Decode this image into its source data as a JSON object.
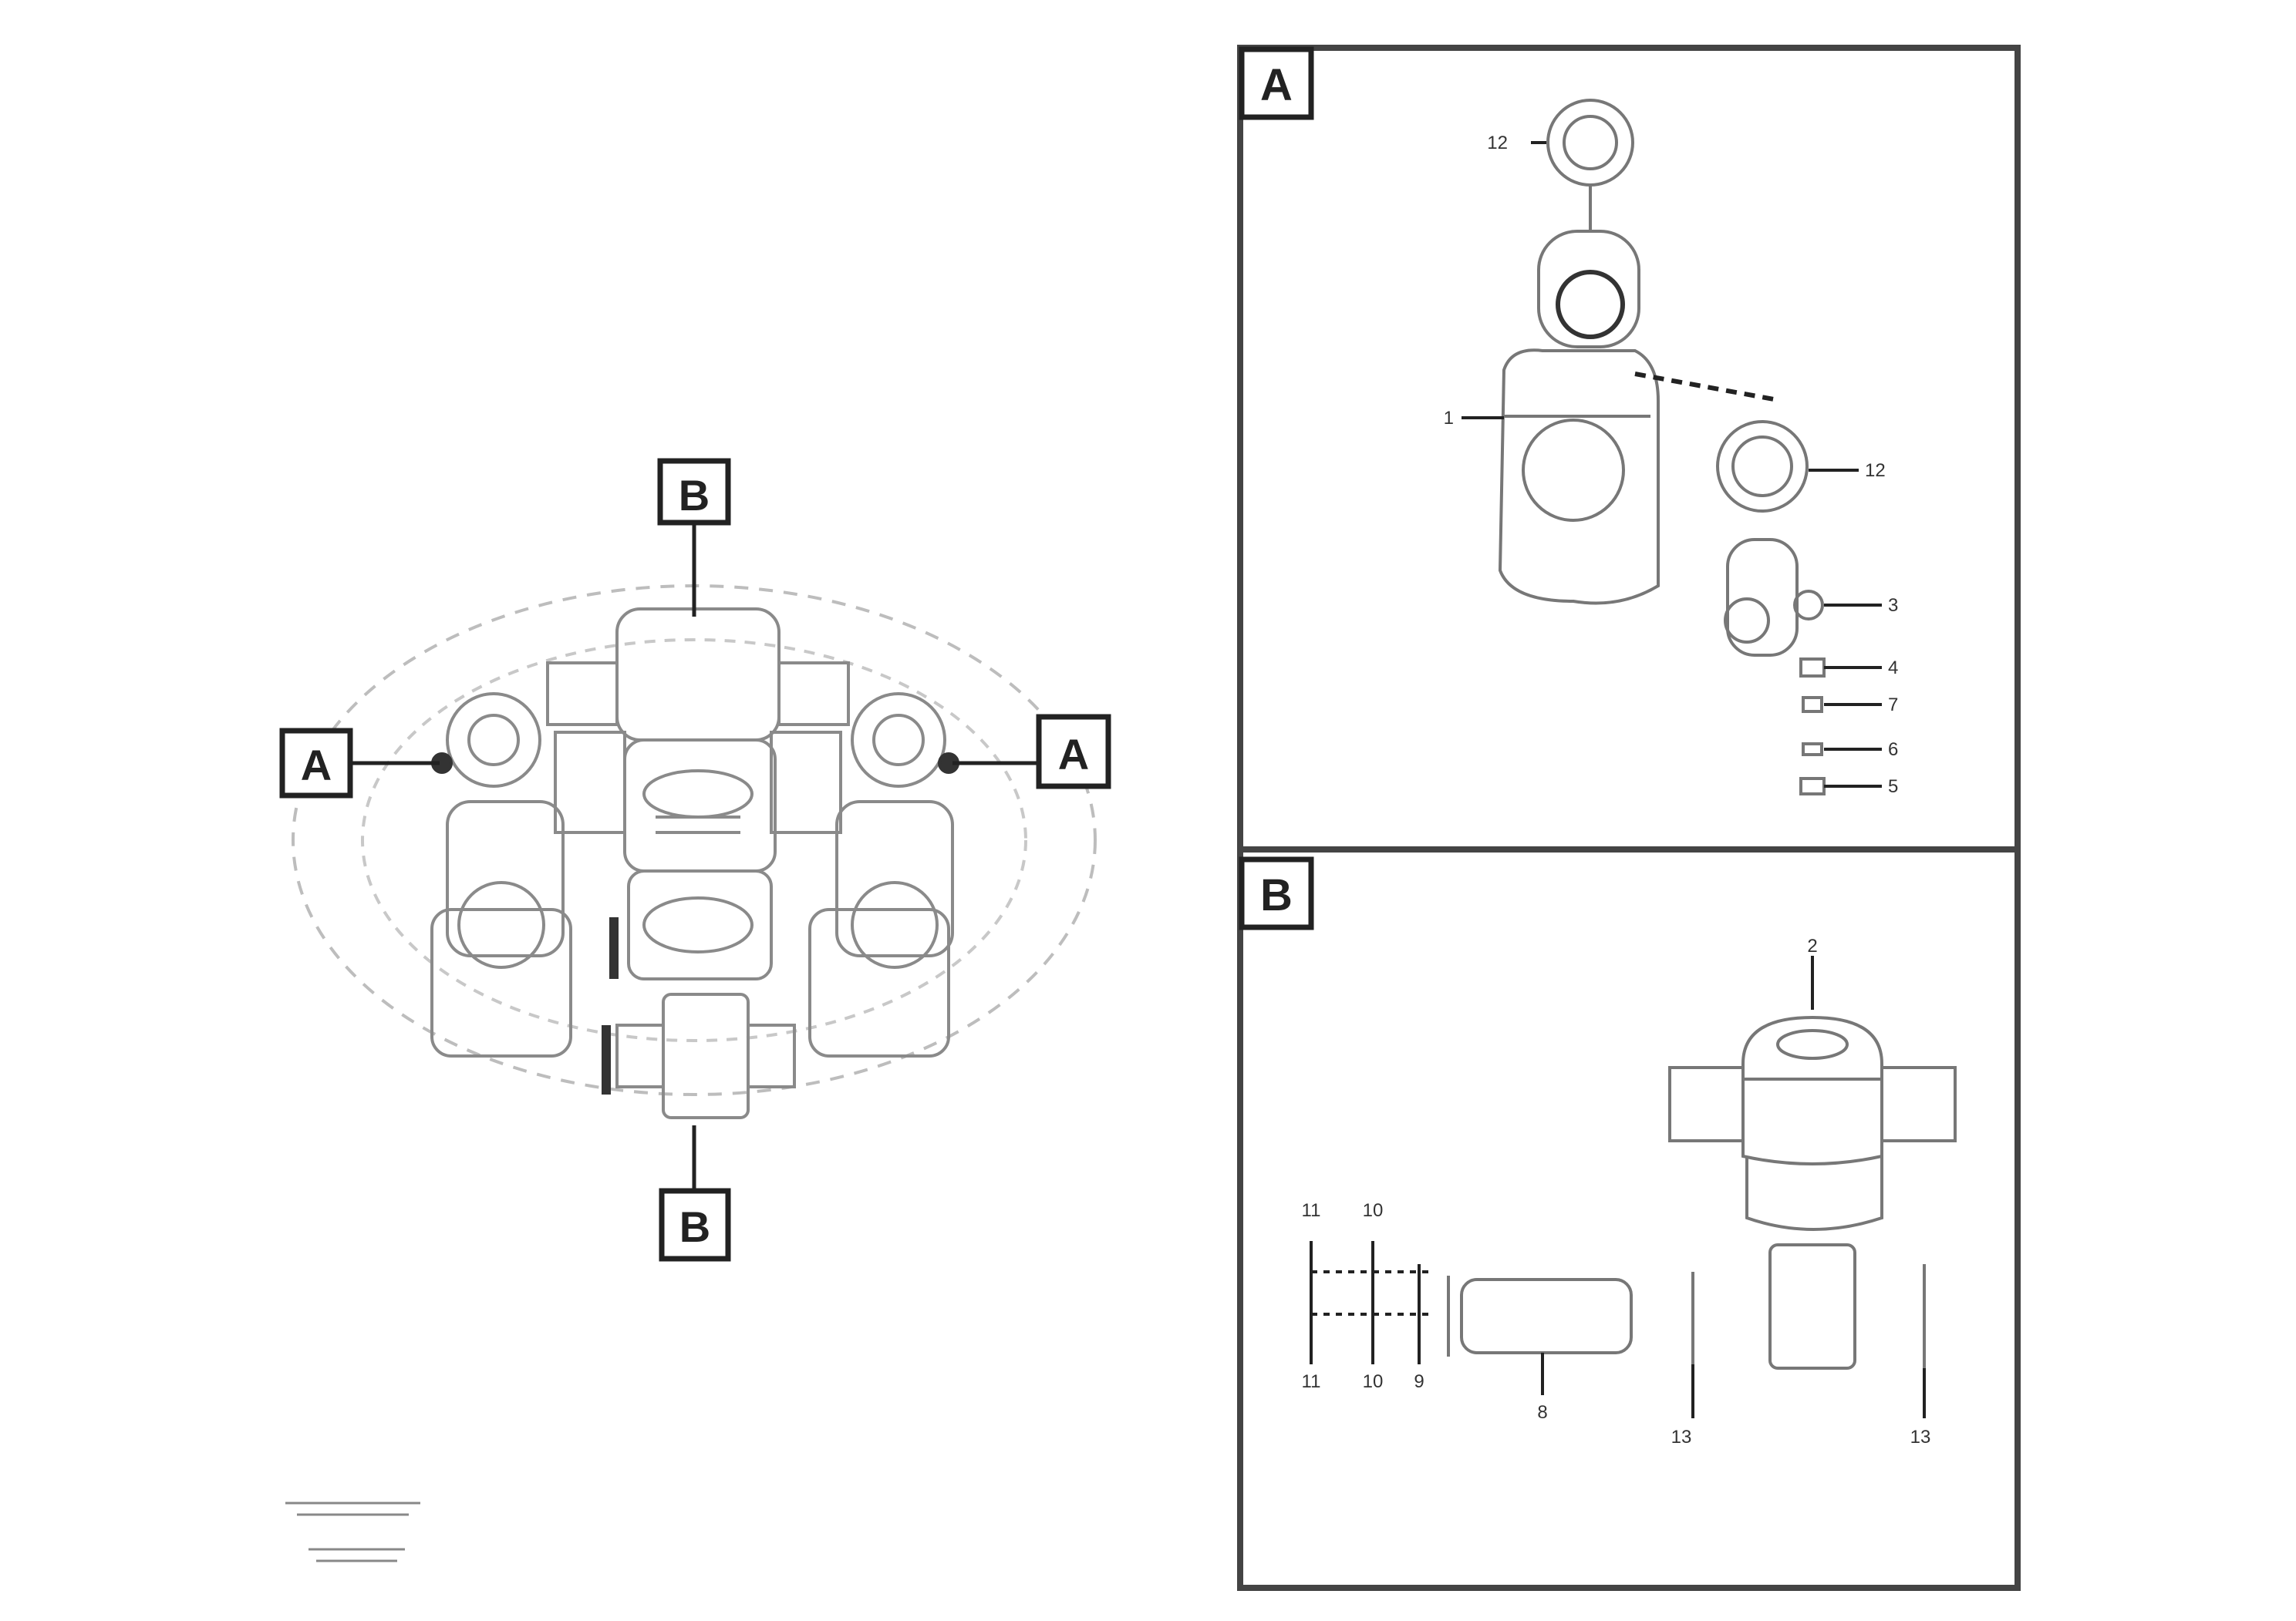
{
  "main_view": {
    "section_label_top": "B",
    "section_label_bottom": "B",
    "detail_label_left": "A",
    "detail_label_right": "A"
  },
  "detail_a": {
    "title": "A",
    "callouts": [
      "12",
      "1",
      "12",
      "3",
      "4",
      "7",
      "6",
      "5"
    ]
  },
  "detail_b": {
    "title": "B",
    "callouts": [
      "2",
      "11",
      "10",
      "11",
      "10",
      "9",
      "8",
      "13",
      "13"
    ]
  },
  "colors": {
    "line": "#777777",
    "frame": "#444444",
    "text": "#222222"
  }
}
